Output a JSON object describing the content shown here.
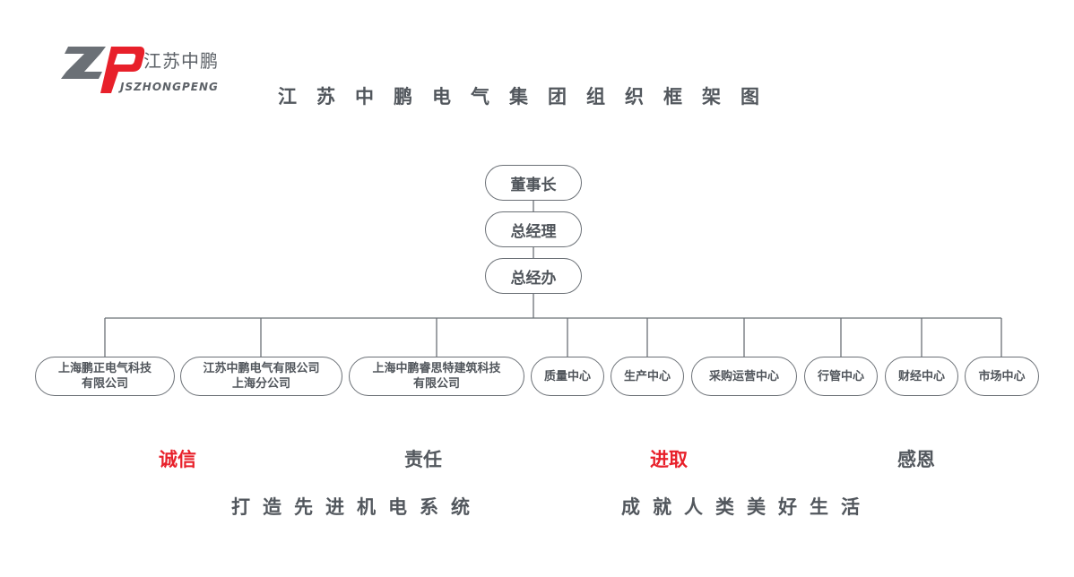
{
  "brand": {
    "logo_cn": "江苏中鹏",
    "logo_en": "JSZHONGPENG",
    "accent_color": "#e8202a",
    "logo_gray": "#6b7076"
  },
  "title": "江苏中鹏电气集团组织框架图",
  "chain": [
    {
      "label": "董事长"
    },
    {
      "label": "总经理"
    },
    {
      "label": "总经办"
    }
  ],
  "departments": [
    {
      "line1": "上海鹏正电气科技",
      "line2": "有限公司"
    },
    {
      "line1": "江苏中鹏电气有限公司",
      "line2": "上海分公司"
    },
    {
      "line1": "上海中鹏睿思特建筑科技",
      "line2": "有限公司"
    },
    {
      "line1": "质量中心",
      "line2": ""
    },
    {
      "line1": "生产中心",
      "line2": ""
    },
    {
      "line1": "采购运营中心",
      "line2": ""
    },
    {
      "line1": "行管中心",
      "line2": ""
    },
    {
      "line1": "财经中心",
      "line2": ""
    },
    {
      "line1": "市场中心",
      "line2": ""
    }
  ],
  "values": [
    {
      "label": "诚信",
      "color": "#e8202a"
    },
    {
      "label": "责任",
      "color": "#52575d"
    },
    {
      "label": "进取",
      "color": "#e8202a"
    },
    {
      "label": "感恩",
      "color": "#52575d"
    }
  ],
  "slogans": {
    "left": "打造先进机电系统",
    "right": "成就人类美好生活"
  },
  "colors": {
    "line": "#6b7076",
    "text": "#52575d"
  }
}
